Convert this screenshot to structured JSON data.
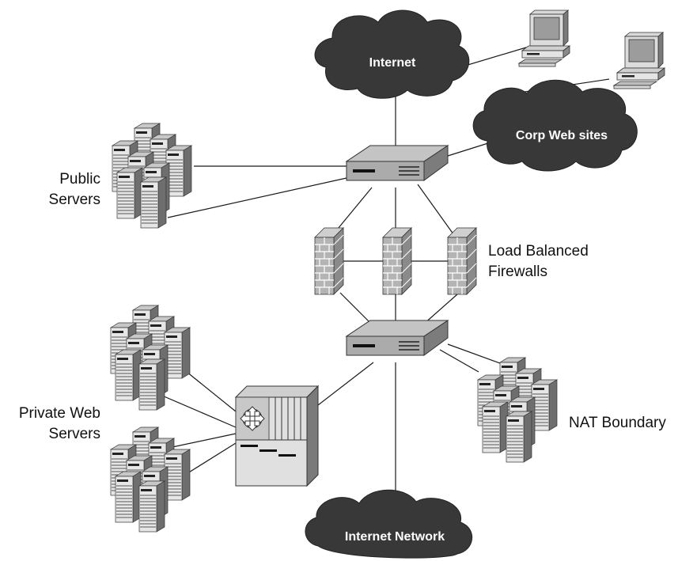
{
  "labels": {
    "internet": "Internet",
    "corp_web_sites": "Corp Web sites",
    "internet_network": "Internet Network",
    "public_servers_line1": "Public",
    "public_servers_line2": "Servers",
    "firewalls_line1": "Load Balanced",
    "firewalls_line2": "Firewalls",
    "private_servers_line1": "Private Web",
    "private_servers_line2": "Servers",
    "nat_boundary": "NAT Boundary"
  },
  "colors": {
    "cloud": "#3a3a3a",
    "device_top": "#d4d4d4",
    "device_front": "#a8a8a8",
    "device_side": "#7a7a7a",
    "brick": "#b0b0b0",
    "brick_line": "#ffffff",
    "line": "#1a1a1a"
  },
  "icons": [
    "cloud-icon",
    "desktop-computer-icon",
    "switch-icon",
    "firewall-icon",
    "server-rack-icon",
    "router-switch-icon"
  ]
}
